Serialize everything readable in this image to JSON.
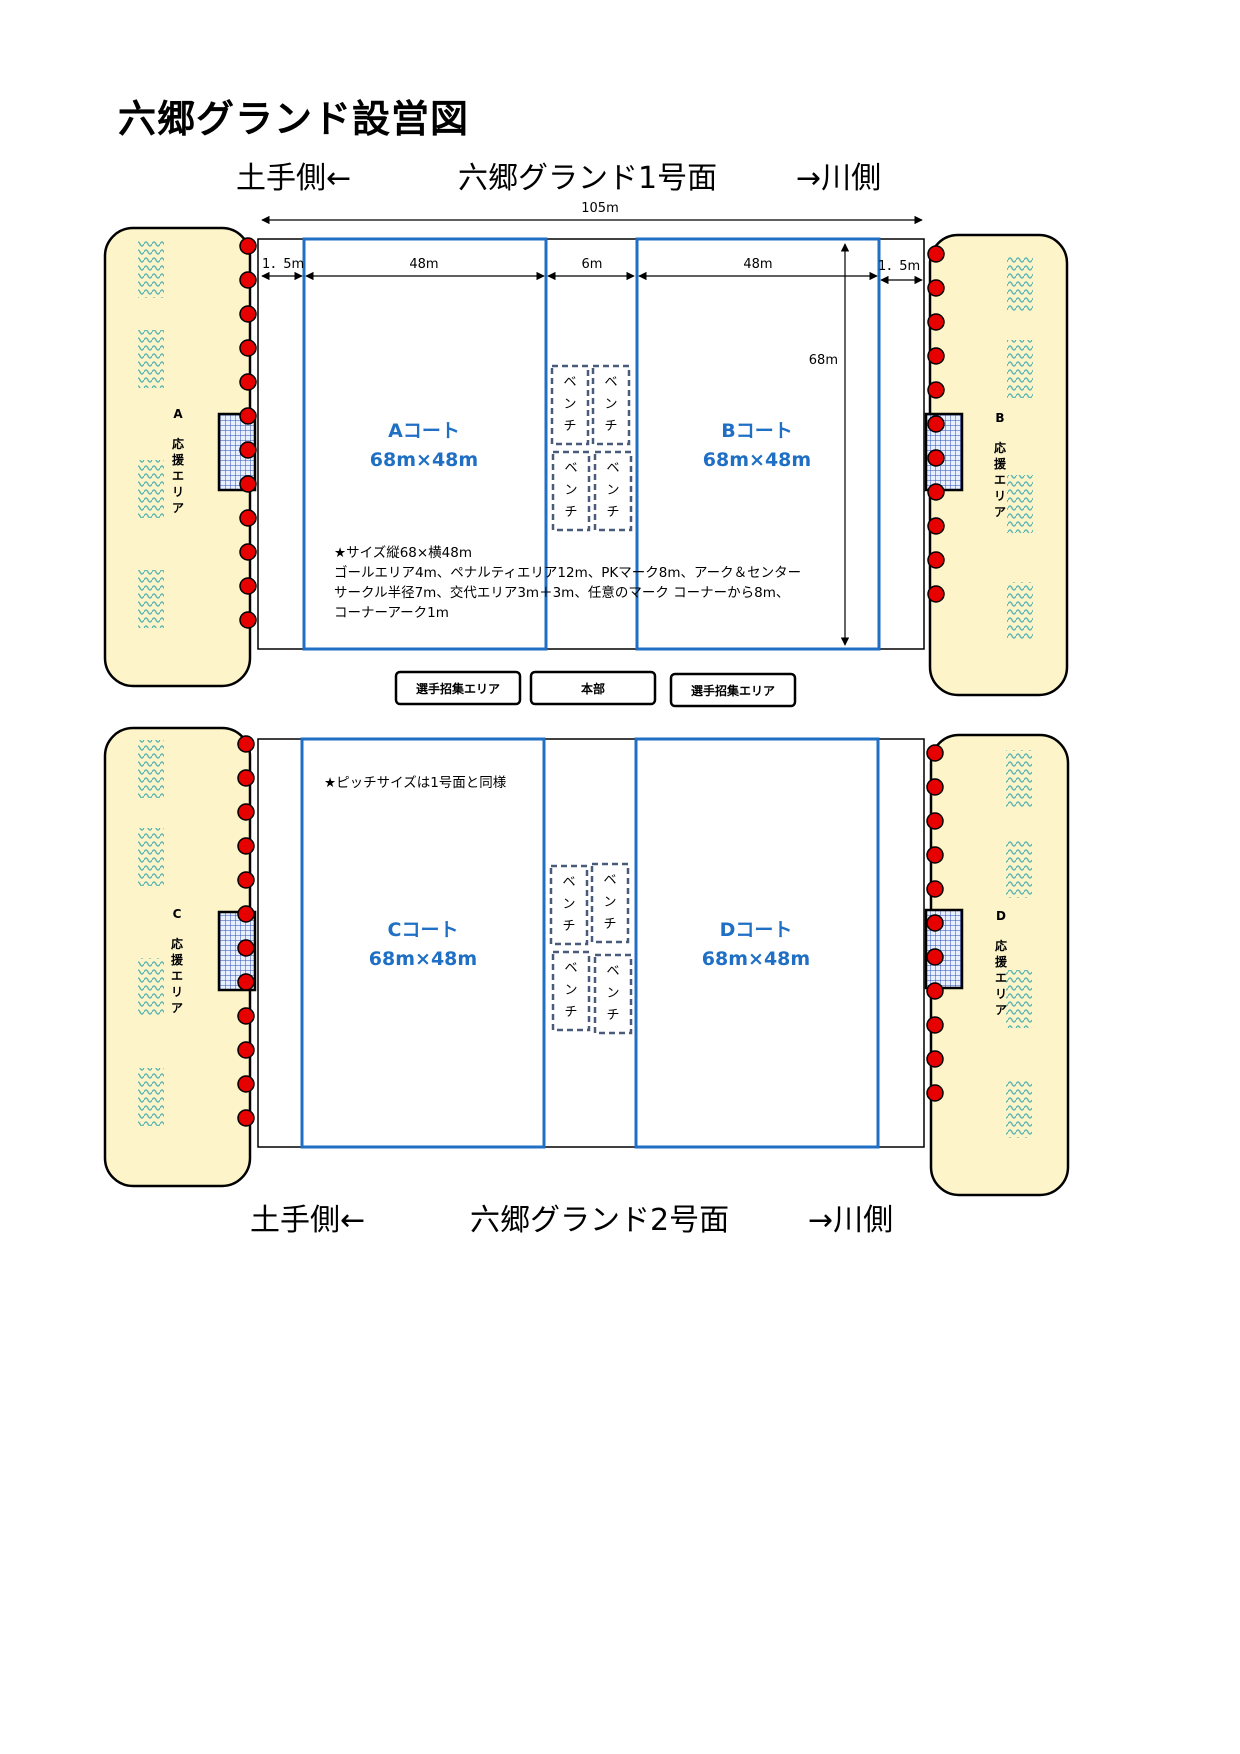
{
  "title": "六郷グランド設営図",
  "field1": {
    "left_label": "土手側←",
    "center_label": "六郷グランド1号面",
    "right_label": "→川側",
    "dim_total": "105m",
    "dim_margin_left": "1．5m",
    "dim_court_a": "48m",
    "dim_gap": "6m",
    "dim_court_b": "48m",
    "dim_margin_right": "1．5m",
    "dim_height": "68m",
    "court_a_name": "Aコート",
    "court_a_size": "68m×48m",
    "court_b_name": "Bコート",
    "court_b_size": "68m×48m",
    "support_left": [
      "A",
      "応",
      "援",
      "エ",
      "リ",
      "ア"
    ],
    "support_right": [
      "B",
      "応",
      "援",
      "エ",
      "リ",
      "ア"
    ],
    "bench": [
      "ベ",
      "ン",
      "チ"
    ],
    "notes": [
      "★サイズ縦68×横48m",
      "ゴールエリア4m、ペナルティエリア12m、PKマーク8m、アーク＆センター",
      "サークル半径7m、交代エリア3m＋3m、任意のマーク コーナーから8m、",
      "コーナーアーク1m"
    ],
    "boxes": [
      "選手招集エリア",
      "本部",
      "選手招集エリア"
    ]
  },
  "field2": {
    "left_label": "土手側←",
    "center_label": "六郷グランド2号面",
    "right_label": "→川側",
    "note": "★ピッチサイズは1号面と同様",
    "court_c_name": "Cコート",
    "court_c_size": "68m×48m",
    "court_d_name": "Dコート",
    "court_d_size": "68m×48m",
    "support_left": [
      "C",
      "応",
      "援",
      "エ",
      "リ",
      "ア"
    ],
    "support_right": [
      "D",
      "応",
      "援",
      "エ",
      "リ",
      "ア"
    ]
  },
  "colors": {
    "court_line": "#1f6fc5",
    "support_fill": "#fdf5c9",
    "marker": "#e60000",
    "bench_border": "#4a5a7a",
    "crowd": "#5fb8b3"
  }
}
